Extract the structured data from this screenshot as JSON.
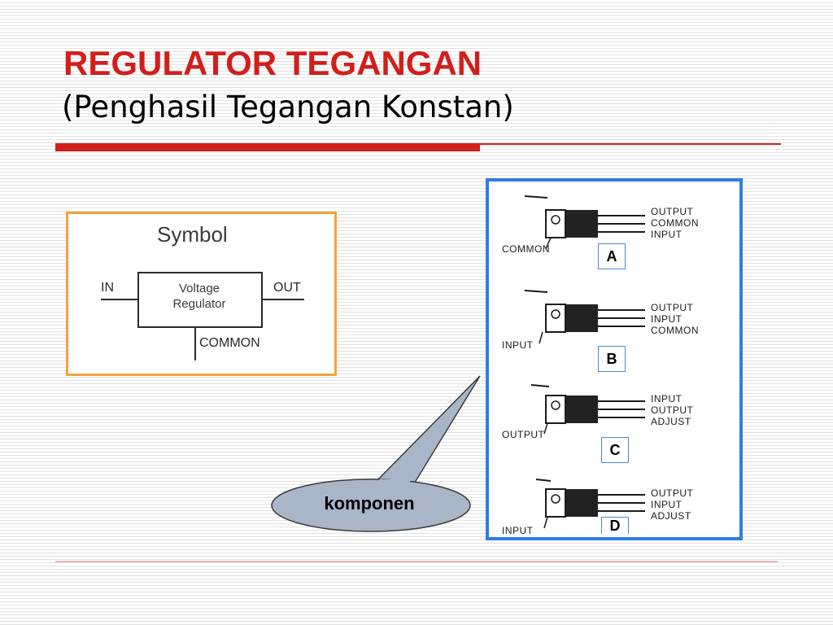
{
  "slide": {
    "title": "REGULATOR TEGANGAN",
    "subtitle": "(Penghasil Tegangan Konstan)"
  },
  "symbol": {
    "heading": "Symbol",
    "in_label": "IN",
    "out_label": "OUT",
    "box_line1": "Voltage",
    "box_line2": "Regulator",
    "common_label": "COMMON"
  },
  "packages": [
    {
      "letter": "A",
      "tab_label": "COMMON",
      "pins": [
        "OUTPUT",
        "COMMON",
        "INPUT"
      ]
    },
    {
      "letter": "B",
      "tab_label": "INPUT",
      "pins": [
        "OUTPUT",
        "INPUT",
        "COMMON"
      ]
    },
    {
      "letter": "C",
      "tab_label": "OUTPUT",
      "pins": [
        "INPUT",
        "OUTPUT",
        "ADJUST"
      ]
    },
    {
      "letter": "D",
      "tab_label": "INPUT",
      "pins": [
        "OUTPUT",
        "INPUT",
        "ADJUST"
      ]
    }
  ],
  "callout": {
    "text": "komponen"
  },
  "colors": {
    "title_red": "#d21f1b",
    "symbol_border": "#f2a33a",
    "panel_border": "#2f7de1",
    "callout_fill": "#a9b6c8"
  }
}
